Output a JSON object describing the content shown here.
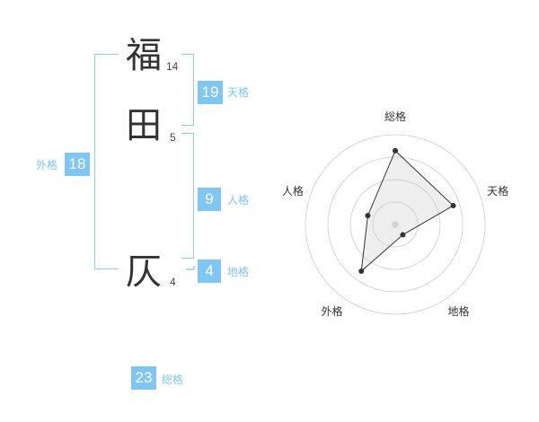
{
  "name": {
    "surname": [
      {
        "char": "福",
        "strokes": "14"
      },
      {
        "char": "田",
        "strokes": "5"
      }
    ],
    "given": [
      {
        "char": "仄",
        "strokes": "4"
      }
    ]
  },
  "kakusu": {
    "tenkaku": {
      "label": "天格",
      "value": "19"
    },
    "jinkaku": {
      "label": "人格",
      "value": "9"
    },
    "chikaku": {
      "label": "地格",
      "value": "4"
    },
    "gaikaku": {
      "label": "外格",
      "value": "18"
    },
    "soukaku": {
      "label": "総格",
      "value": "23"
    }
  },
  "colors": {
    "accent": "#7fc7f2",
    "text": "#333333",
    "grid": "#cccccc"
  },
  "chart_data": {
    "type": "radar",
    "axes": [
      "総格",
      "天格",
      "地格",
      "外格",
      "人格"
    ],
    "values": [
      23,
      19,
      4,
      18,
      9
    ],
    "rings": 4,
    "grid": true
  }
}
